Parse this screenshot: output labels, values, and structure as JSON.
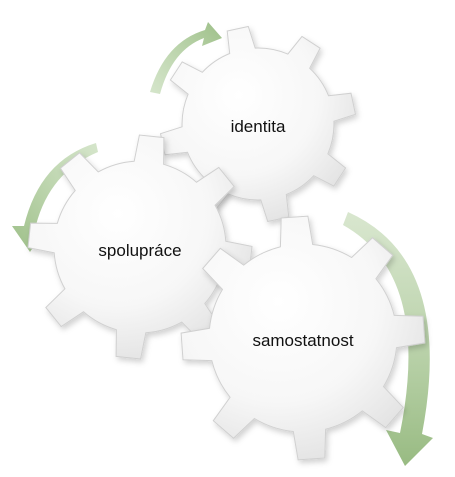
{
  "diagram": {
    "gears": [
      {
        "id": "identita",
        "label": "identita"
      },
      {
        "id": "spoluprace",
        "label": "spolupráce"
      },
      {
        "id": "samostatnost",
        "label": "samostatnost"
      }
    ],
    "colors": {
      "gear_fill_light": "#ffffff",
      "gear_fill_dark": "#e2e2e2",
      "gear_stroke": "#d0d0d0",
      "arrow": "#a3c38f",
      "arrow_light": "#c9ddbc",
      "text": "#111111"
    }
  }
}
